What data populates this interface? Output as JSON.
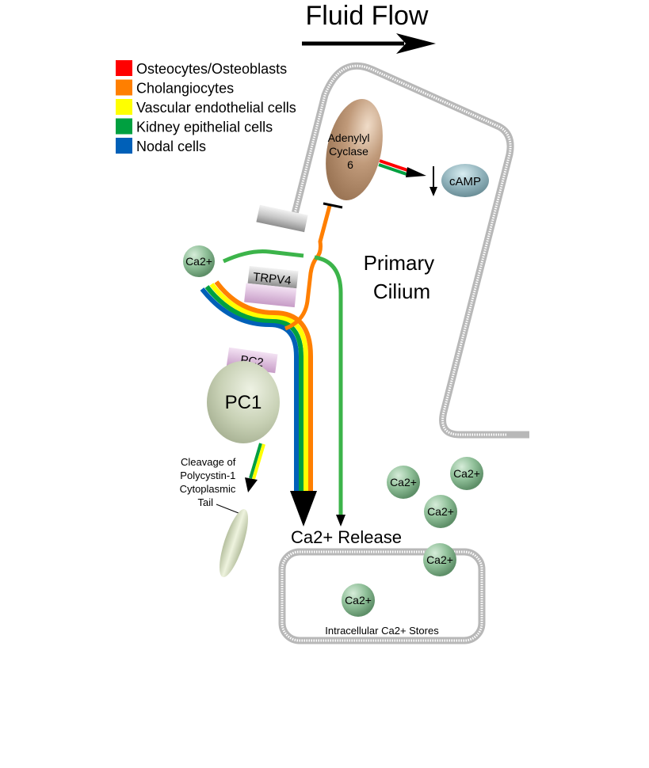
{
  "title": "Fluid Flow",
  "legend": [
    {
      "label": "Osteocytes/Osteoblasts",
      "color": "#ff0000"
    },
    {
      "label": "Cholangiocytes",
      "color": "#ff7f00"
    },
    {
      "label": "Vascular endothelial cells",
      "color": "#ffff00"
    },
    {
      "label": "Kidney epithelial cells",
      "color": "#00a040"
    },
    {
      "label": "Nodal cells",
      "color": "#0060b8"
    }
  ],
  "colors": {
    "membrane": "#b8b8b8",
    "pathway_orange": "#ff7f00",
    "pathway_green": "#3cb44a",
    "ca_sphere": "#8fbf98",
    "pc1": "#c8d1b5",
    "pc2": "#d8b6d8",
    "ac6": "#c09a7a",
    "camp": "#8fb1ba"
  },
  "labels": {
    "primary_cilium_line1": "Primary",
    "primary_cilium_line2": "Cilium",
    "adenylyl_cyclase": [
      "Adenylyl",
      "Cyclase",
      "6"
    ],
    "camp": "cAMP",
    "trpv4": "TRPV4",
    "pc1": "PC1",
    "pc2": "PC2",
    "ca": "Ca2+",
    "cleavage": [
      "Cleavage of",
      "Polycystin-1",
      "Cytoplasmic",
      "Tail"
    ],
    "ca_release": "Ca2+ Release",
    "intracellular_stores": "Intracellular Ca2+ Stores"
  }
}
